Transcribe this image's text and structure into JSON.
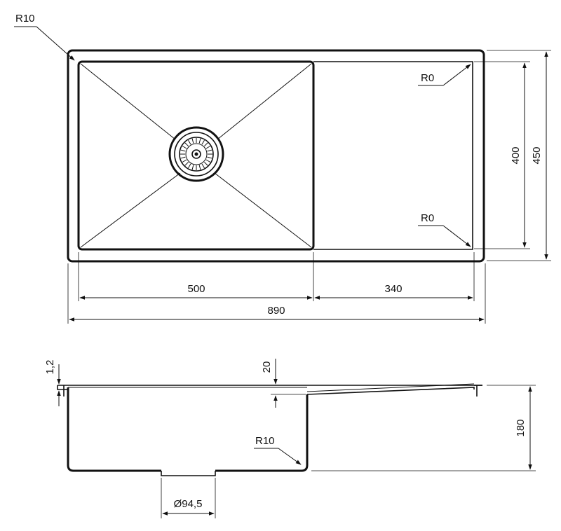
{
  "top_view": {
    "labels": {
      "corner_radius_outer": "R10",
      "corner_radius_drainboard_top": "R0",
      "corner_radius_drainboard_bottom": "R0"
    },
    "dimensions": {
      "bowl_width": "500",
      "drainboard_width": "340",
      "overall_width": "890",
      "inner_depth": "400",
      "overall_depth": "450"
    }
  },
  "side_view": {
    "labels": {
      "bowl_radius": "R10"
    },
    "dimensions": {
      "rim_thickness": "1,2",
      "drainboard_step": "20",
      "bowl_depth": "180",
      "drain_diameter": "Ø94,5"
    }
  }
}
